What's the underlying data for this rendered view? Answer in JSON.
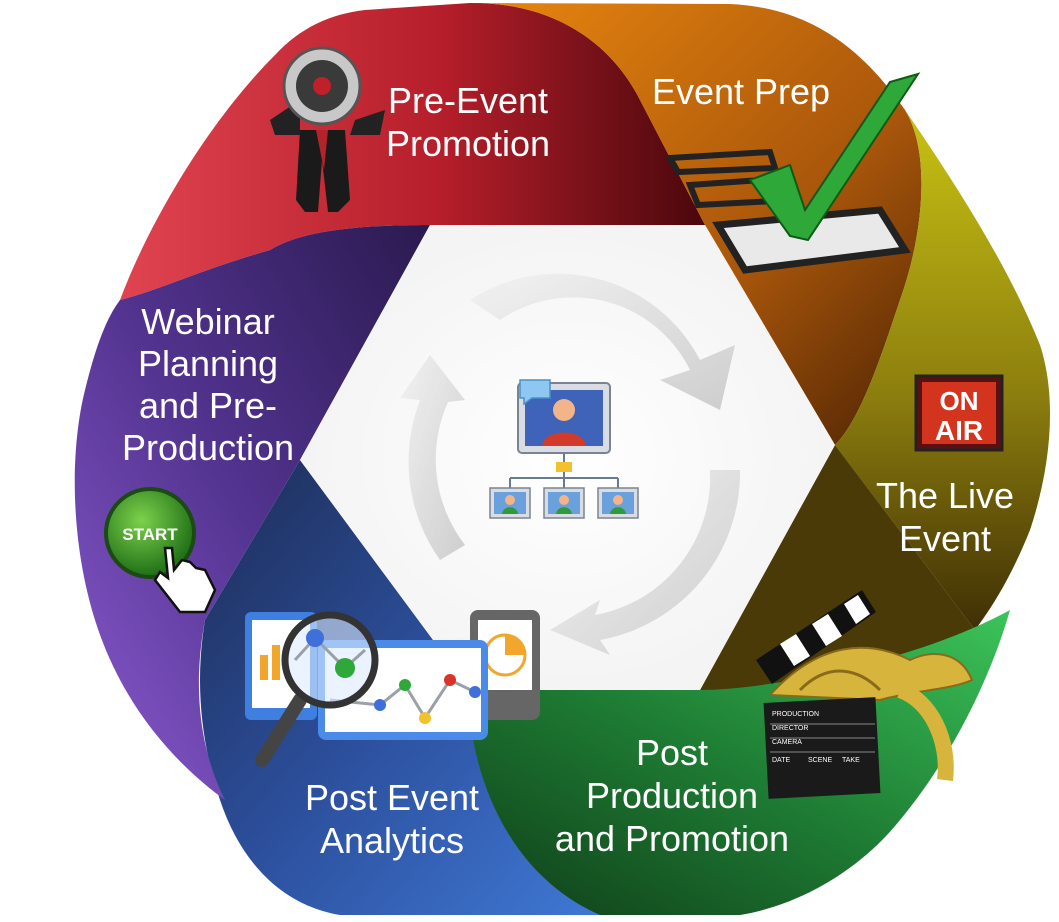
{
  "segments": {
    "pre_event_promotion": {
      "line1": "Pre-Event",
      "line2": "Promotion",
      "color": "#c0262e"
    },
    "event_prep": {
      "line1": "Event Prep",
      "color": "#c8700e"
    },
    "live_event": {
      "line1": "The Live",
      "line2": "Event",
      "color": "#9a9a10"
    },
    "post_production": {
      "line1": "Post",
      "line2": "Production",
      "line3": "and Promotion",
      "color": "#1f8a3a"
    },
    "post_analytics": {
      "line1": "Post Event",
      "line2": "Analytics",
      "color": "#2a52b0"
    },
    "webinar_planning": {
      "line1": "Webinar",
      "line2": "Planning",
      "line3": "and Pre-",
      "line4": "Production",
      "color": "#5a3a9c"
    }
  },
  "icons": {
    "megaphone": "megaphone-person-icon",
    "checklist": "checkmark-checklist-icon",
    "on_air": {
      "name": "on-air-sign-icon",
      "line1": "ON",
      "line2": "AIR"
    },
    "clapperboard": {
      "name": "clapperboard-film-icon",
      "rows": [
        "PRODUCTION",
        "DIRECTOR",
        "CAMERA",
        "DATE",
        "SCENE",
        "TAKE"
      ]
    },
    "analytics": "analytics-magnifier-icon",
    "start_button": {
      "name": "start-button-icon",
      "label": "START"
    },
    "center": "network-presenter-icon"
  }
}
